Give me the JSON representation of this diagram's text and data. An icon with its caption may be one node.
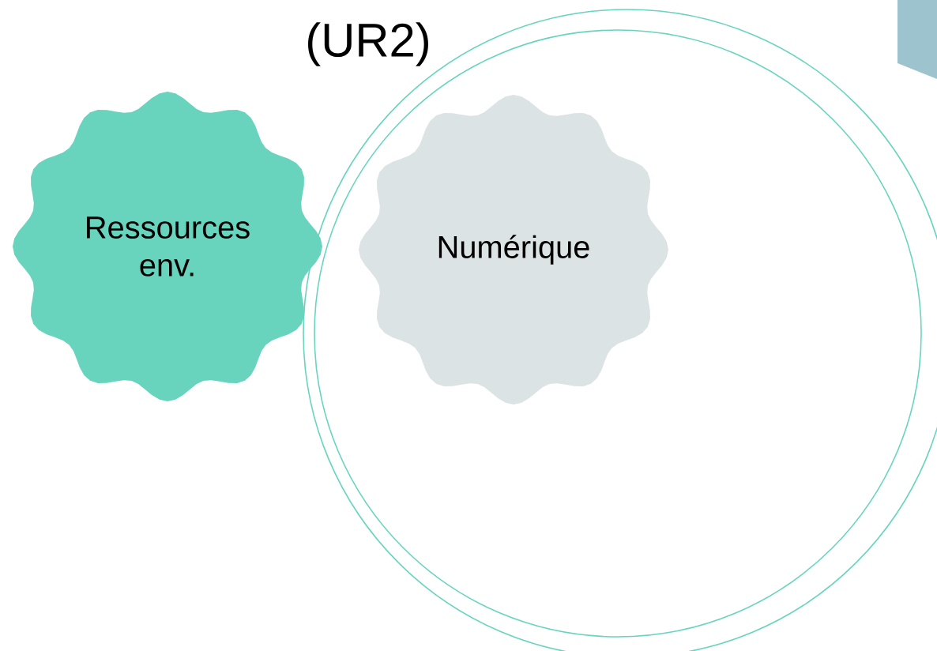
{
  "diagram": {
    "nodes": [
      {
        "text": [
          "Ressources env."
        ]
      },
      {
        "text": [],
        "shape": "circle"
      },
      {
        "text": [
          "Numérique"
        ],
        "in": 1
      }
    ],
    "labels": [
      "(UR2)"
    ]
  }
}
